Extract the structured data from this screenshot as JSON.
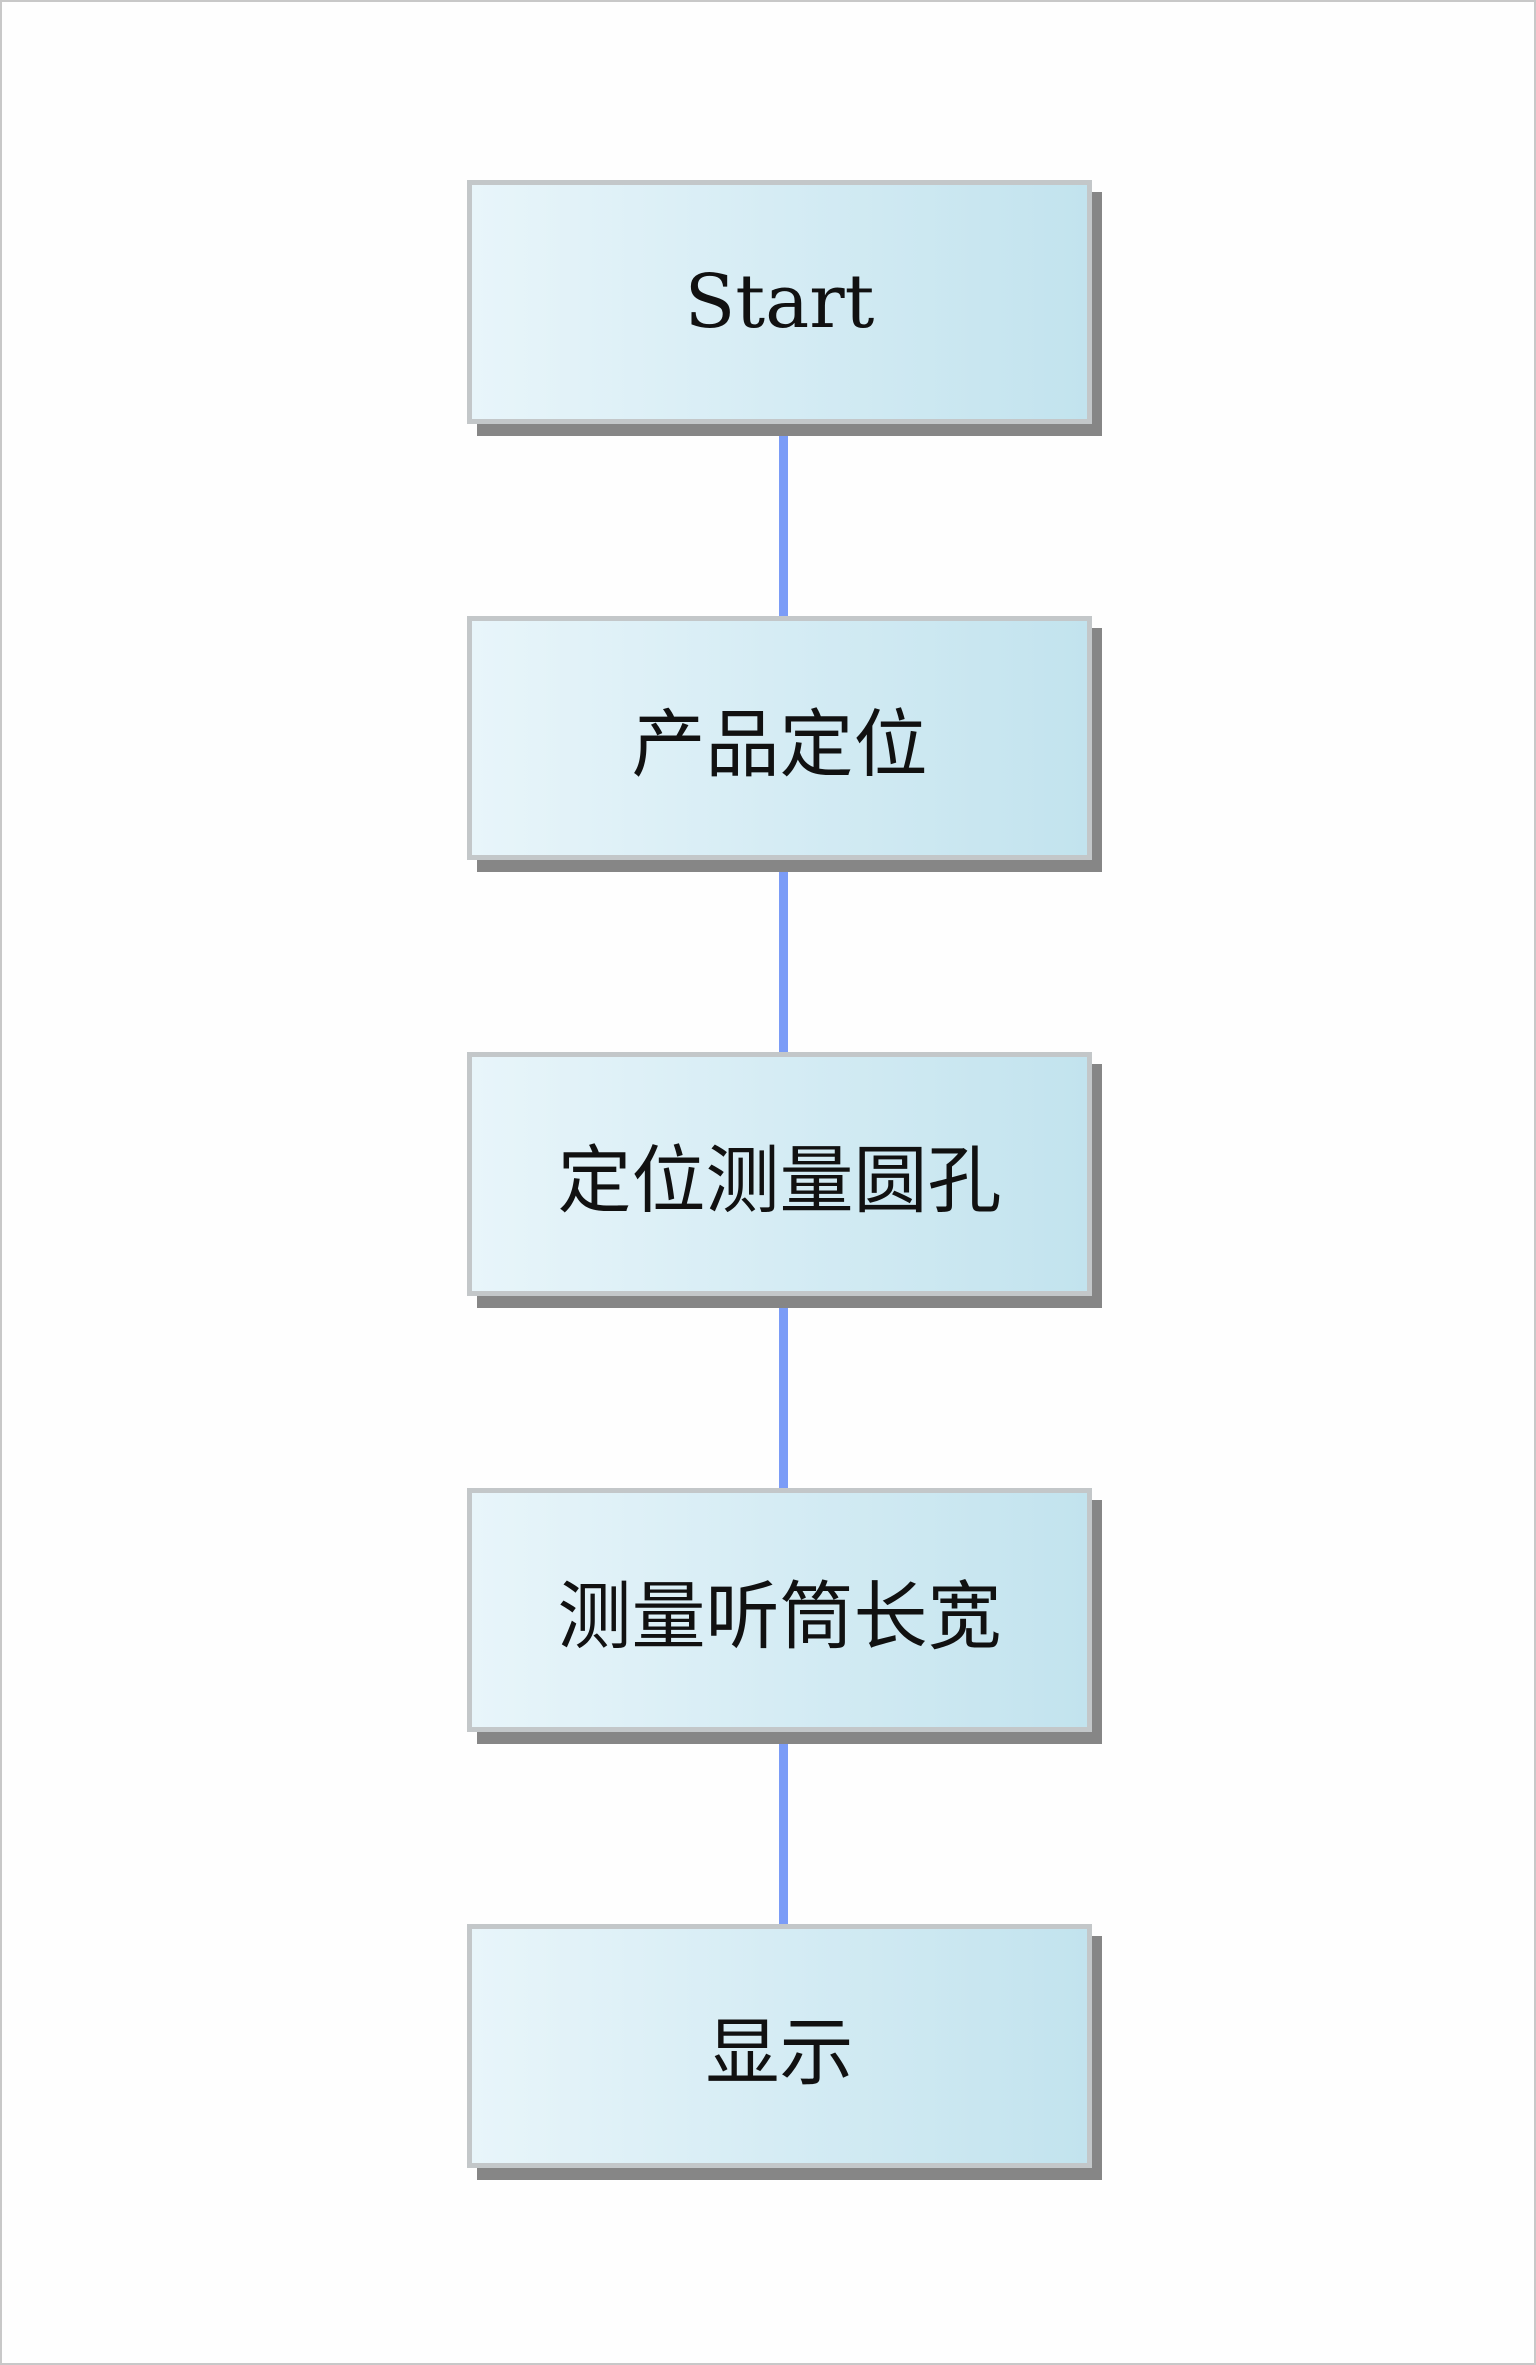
{
  "flowchart": {
    "steps": [
      {
        "label": "Start"
      },
      {
        "label": "产品定位"
      },
      {
        "label": "定位测量圆孔"
      },
      {
        "label": "测量听筒长宽"
      },
      {
        "label": "显示"
      }
    ],
    "colors": {
      "connector": "#7b9cf7",
      "box_border": "#c3c7c9",
      "shadow": "#868686"
    }
  }
}
